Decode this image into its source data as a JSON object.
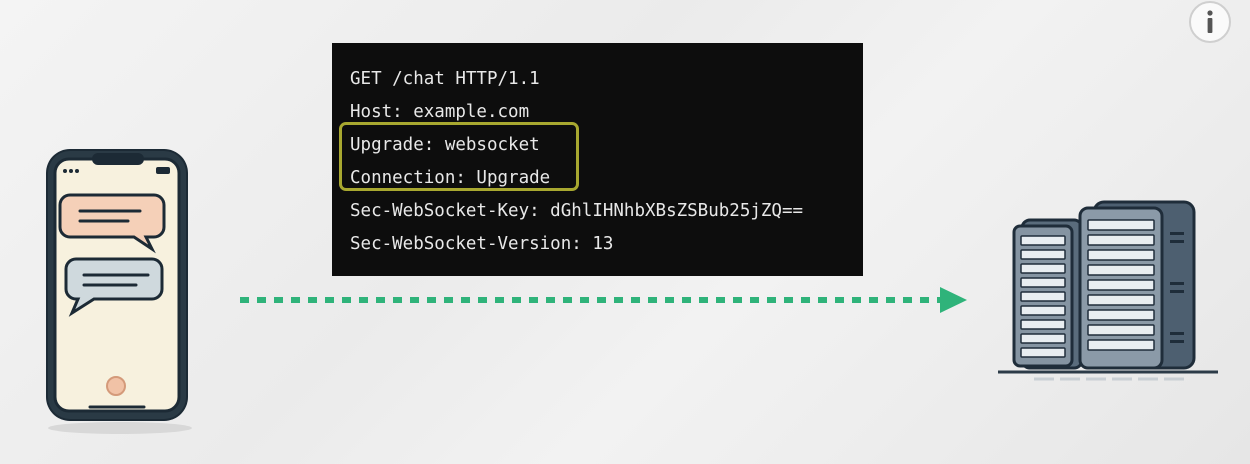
{
  "request": {
    "lines": [
      "GET /chat HTTP/1.1",
      "Host: example.com",
      "Upgrade: websocket",
      "Connection: Upgrade",
      "Sec-WebSocket-Key: dGhlIHNhbXBsZSBub25jZQ==",
      "Sec-WebSocket-Version: 13"
    ]
  },
  "colors": {
    "code_background": "#0d0d0d",
    "highlight_border": "#a8a830",
    "arrow": "#2fb37a"
  },
  "icons": {
    "phone": "smartphone-chat-icon",
    "server": "server-rack-icon",
    "info": "info-icon",
    "arrow": "dotted-arrow-right"
  }
}
